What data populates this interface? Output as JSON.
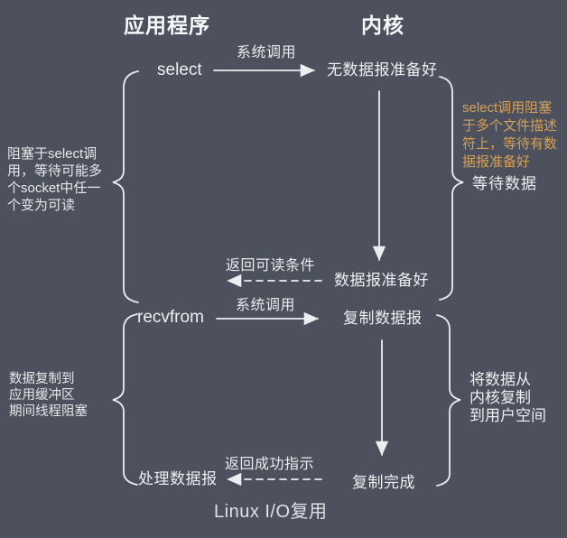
{
  "headers": {
    "app": "应用程序",
    "kernel": "内核"
  },
  "phase1": {
    "call": "select",
    "syscall_label": "系统调用",
    "kernel_state_start": "无数据报准备好",
    "kernel_state_end": "数据报准备好",
    "return_label": "返回可读条件",
    "left_note": "阻塞于select调\n用，等待可能多\n个socket中任一\n个变为可读",
    "right_note_orange": "select调用阻塞\n于多个文件描述\n符上，等待有数\n据报准备好",
    "right_note": "等待数据"
  },
  "phase2": {
    "call": "recvfrom",
    "syscall_label": "系统调用",
    "kernel_state_start": "复制数据报",
    "kernel_state_end": "复制完成",
    "return_label": "返回成功指示",
    "app_state": "处理数据报",
    "left_note": "数据复制到\n应用缓冲区\n期间线程阻塞",
    "right_note": "将数据从\n内核复制\n到用户空间"
  },
  "title": "Linux I/O复用",
  "colors": {
    "background": "#4d515d",
    "line": "#edeef0",
    "accent_orange": "#d6a054"
  }
}
